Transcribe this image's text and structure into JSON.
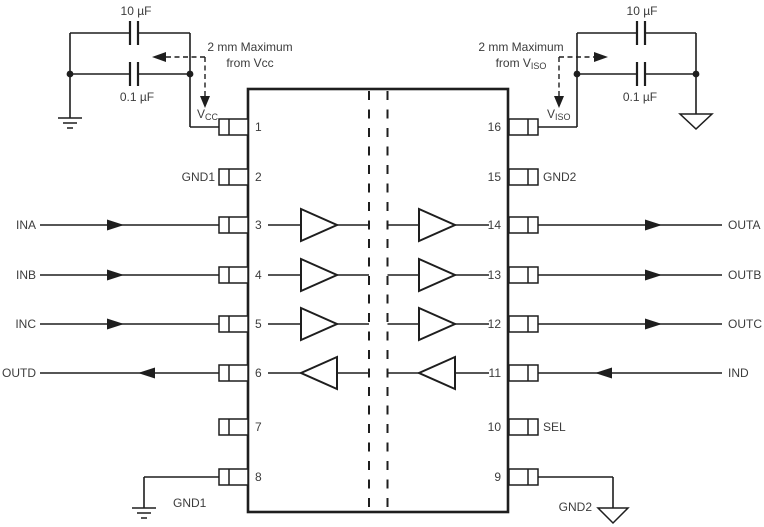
{
  "diagram_type": "ic-decoupling-schematic",
  "colors": {
    "line": "#1e1e1e",
    "text": "#3c3c3c",
    "background": "#ffffff"
  },
  "caps": {
    "left": {
      "bulk": "10 µF",
      "bypass": "0.1 µF"
    },
    "right": {
      "bulk": "10 µF",
      "bypass": "0.1 µF"
    }
  },
  "notes": {
    "left": {
      "line1": "2 mm Maximum",
      "line2": "from Vcc"
    },
    "right": {
      "line1": "2 mm Maximum",
      "line2_base": "from V",
      "line2_sub": "ISO"
    }
  },
  "rails": {
    "vcc": {
      "base": "V",
      "sub": "CC"
    },
    "viso": {
      "base": "V",
      "sub": "ISO"
    }
  },
  "ic": {
    "left_pins": [
      {
        "num": "1"
      },
      {
        "num": "2",
        "label": "GND1"
      },
      {
        "num": "3"
      },
      {
        "num": "4"
      },
      {
        "num": "5"
      },
      {
        "num": "6"
      },
      {
        "num": "7"
      },
      {
        "num": "8"
      }
    ],
    "right_pins": [
      {
        "num": "16"
      },
      {
        "num": "15",
        "label": "GND2"
      },
      {
        "num": "14"
      },
      {
        "num": "13"
      },
      {
        "num": "12"
      },
      {
        "num": "11"
      },
      {
        "num": "10",
        "label": "SEL"
      },
      {
        "num": "9"
      }
    ]
  },
  "signals": {
    "left": [
      {
        "label": "INA",
        "dir": "in"
      },
      {
        "label": "INB",
        "dir": "in"
      },
      {
        "label": "INC",
        "dir": "in"
      },
      {
        "label": "OUTD",
        "dir": "out"
      }
    ],
    "right": [
      {
        "label": "OUTA",
        "dir": "out"
      },
      {
        "label": "OUTB",
        "dir": "out"
      },
      {
        "label": "OUTC",
        "dir": "out"
      },
      {
        "label": "IND",
        "dir": "in"
      }
    ]
  },
  "grounds": {
    "bottom_left": "GND1",
    "bottom_right": "GND2"
  }
}
